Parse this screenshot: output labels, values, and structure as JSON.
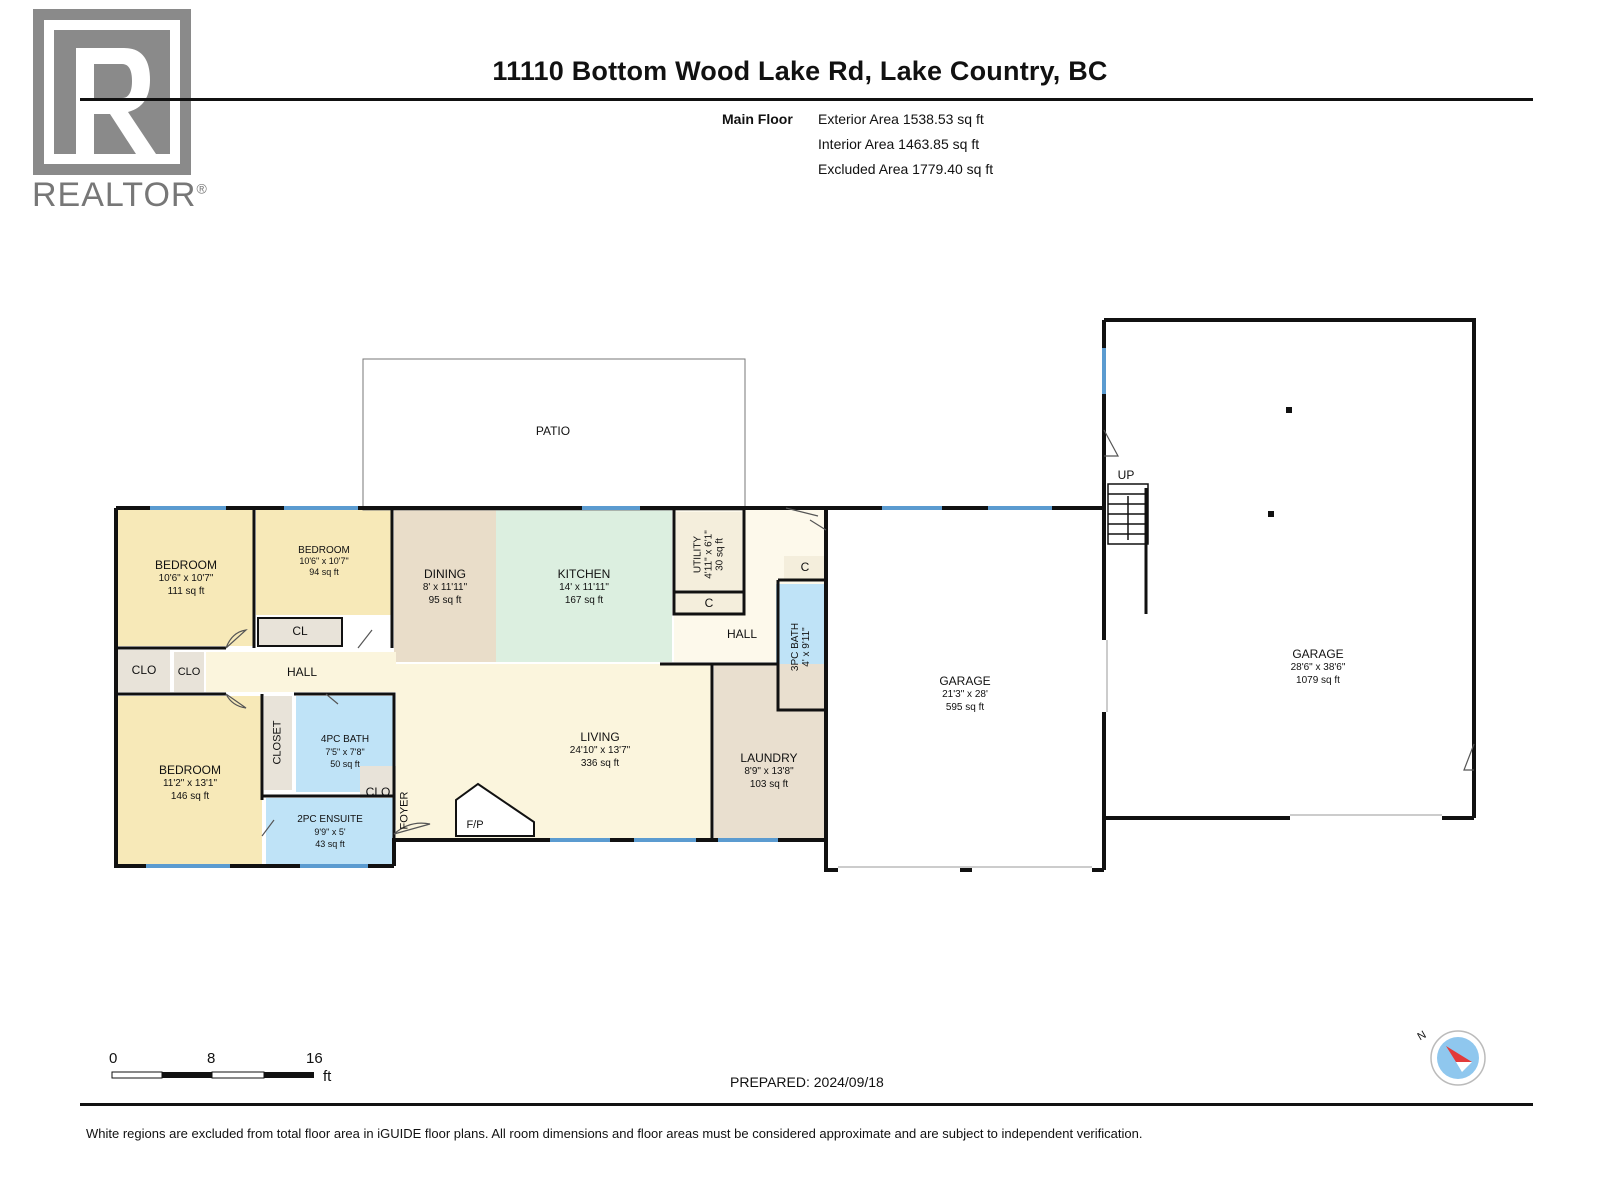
{
  "logo": {
    "text": "REALTOR",
    "mark": "®"
  },
  "title": "11110 Bottom Wood Lake Rd, Lake Country, BC",
  "areas": {
    "floor_label": "Main Floor",
    "exterior": "Exterior Area 1538.53 sq ft",
    "interior": "Interior Area 1463.85 sq ft",
    "excluded": "Excluded Area 1779.40 sq ft"
  },
  "rooms": {
    "patio": {
      "name": "PATIO"
    },
    "bedroom1": {
      "name": "BEDROOM",
      "dims": "10'6\" x 10'7\"",
      "area": "111 sq ft"
    },
    "bedroom2": {
      "name": "BEDROOM",
      "dims": "10'6\" x 10'7\"",
      "area": "94 sq ft"
    },
    "dining": {
      "name": "DINING",
      "dims": "8' x 11'11\"",
      "area": "95 sq ft"
    },
    "kitchen": {
      "name": "KITCHEN",
      "dims": "14' x 11'11\"",
      "area": "167 sq ft"
    },
    "utility": {
      "name": "UTILITY",
      "dims": "4'11\" x 6'1\"",
      "area": "30 sq ft"
    },
    "c1": {
      "name": "C"
    },
    "c2": {
      "name": "C"
    },
    "hall_right": {
      "name": "HALL"
    },
    "bath3": {
      "name": "3PC BATH",
      "dims": "4' x 9'11\""
    },
    "cl": {
      "name": "CL"
    },
    "clo1": {
      "name": "CLO"
    },
    "clo2": {
      "name": "CLO"
    },
    "hall_left": {
      "name": "HALL"
    },
    "bedroom3": {
      "name": "BEDROOM",
      "dims": "11'2\" x 13'1\"",
      "area": "146 sq ft"
    },
    "closet": {
      "name": "CLOSET"
    },
    "bath4": {
      "name": "4PC BATH",
      "dims": "7'5\" x 7'8\"",
      "area": "50 sq ft"
    },
    "clo3": {
      "name": "CLO"
    },
    "foyer": {
      "name": "FOYER"
    },
    "fp": {
      "name": "F/P"
    },
    "ensuite": {
      "name": "2PC ENSUITE",
      "dims": "9'9\" x 5'",
      "area": "43 sq ft"
    },
    "living": {
      "name": "LIVING",
      "dims": "24'10\" x 13'7\"",
      "area": "336 sq ft"
    },
    "laundry": {
      "name": "LAUNDRY",
      "dims": "8'9\" x 13'8\"",
      "area": "103 sq ft"
    },
    "garage1": {
      "name": "GARAGE",
      "dims": "21'3\" x 28'",
      "area": "595 sq ft"
    },
    "garage2": {
      "name": "GARAGE",
      "dims": "28'6\" x 38'6\"",
      "area": "1079 sq ft"
    },
    "stairs": {
      "name": "UP"
    }
  },
  "scale": {
    "ticks": [
      "0",
      "8",
      "16"
    ],
    "unit": "ft"
  },
  "prepared": "PREPARED: 2024/09/18",
  "compass": {
    "label": "N"
  },
  "footer": "White regions are excluded from total floor area in iGUIDE floor plans. All room dimensions and floor areas must be considered approximate and are subject to independent verification.",
  "colors": {
    "bedroom": "#f7e9b8",
    "dining": "#e9ddc9",
    "kitchen": "#dcefe0",
    "living": "#fbf5dd",
    "bath": "#bfe3f7",
    "laundry": "#e9dfcf",
    "closet": "#e8e3d9",
    "window": "#5b9bd0",
    "wall": "#111111"
  }
}
